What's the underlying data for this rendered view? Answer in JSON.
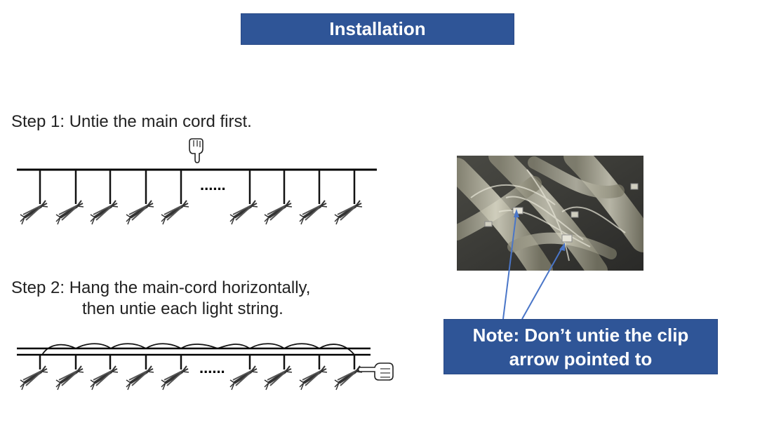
{
  "title": "Installation",
  "steps": [
    {
      "label": "Step 1: Untie the main cord first."
    },
    {
      "label_line1": "Step 2: Hang the main-cord horizontally,",
      "label_line2": "then untie each light string."
    }
  ],
  "diagram": {
    "ellipsis": "......"
  },
  "note": {
    "line1": "Note: Don’t untie the clip",
    "line2": "arrow pointed to"
  },
  "colors": {
    "accent": "#2f5597",
    "text": "#222222",
    "arrow": "#4a76c8"
  },
  "icons": [
    "pointing-hand-down-icon",
    "pointing-hand-left-icon"
  ]
}
